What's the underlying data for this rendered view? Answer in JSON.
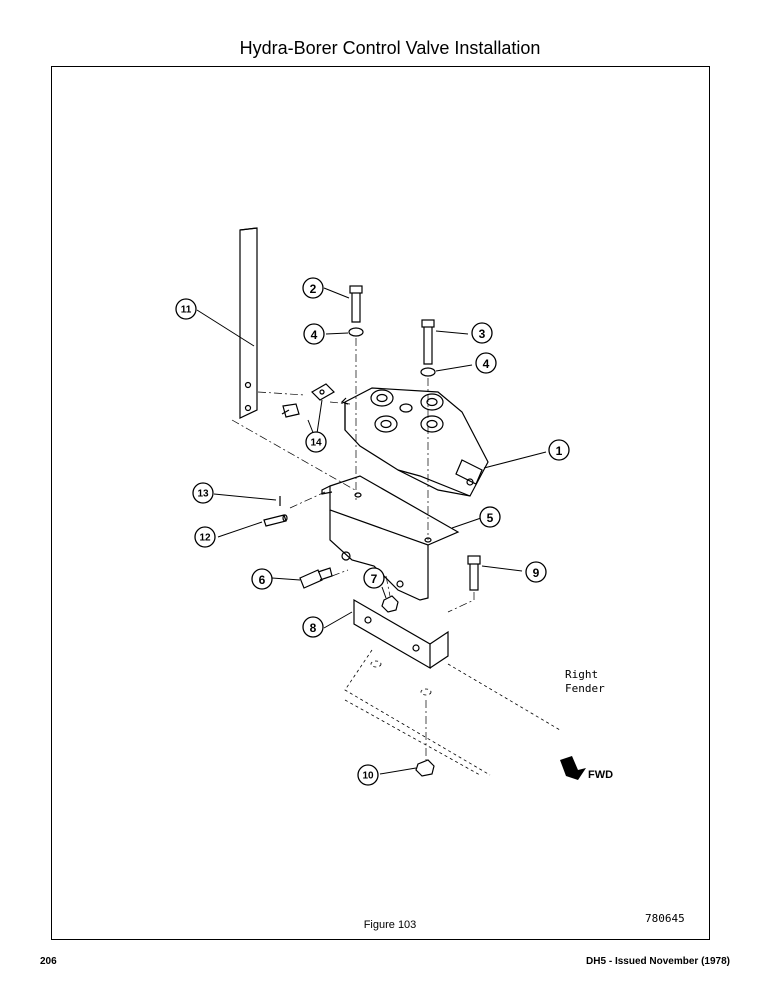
{
  "title": "Hydra-Borer Control Valve Installation",
  "figure_caption": "Figure 103",
  "drawing_number": "780645",
  "page_number": "206",
  "footer": "DH5 - Issued November (1978)",
  "fender_label_line1": "Right",
  "fender_label_line2": "Fender",
  "direction_label": "FWD",
  "callouts": [
    "1",
    "2",
    "3",
    "4",
    "4",
    "5",
    "6",
    "7",
    "8",
    "9",
    "10",
    "11",
    "12",
    "13",
    "14"
  ]
}
